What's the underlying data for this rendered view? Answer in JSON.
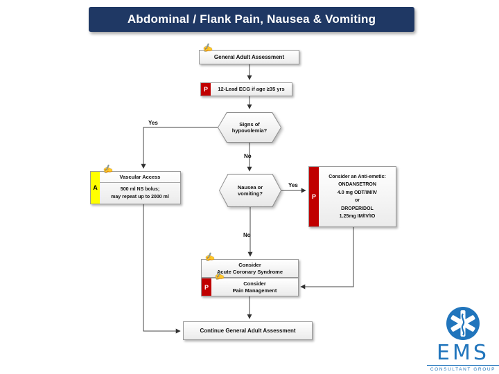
{
  "title": "Abdominal / Flank Pain, Nausea & Vomiting",
  "colors": {
    "header_bg": "#1F3864",
    "badge_red": "#C00000",
    "badge_yellow": "#FFFF00",
    "logo_blue": "#2175BC"
  },
  "flowchart": {
    "assessment": {
      "label": "General Adult Assessment"
    },
    "ecg": {
      "badge": "P",
      "label": "12-Lead ECG if age ≥35 yrs"
    },
    "decision_hypovolemia": {
      "line1": "Signs of",
      "line2": "hypovolemia?"
    },
    "decision_nausea": {
      "line1": "Nausea or",
      "line2": "vomiting?"
    },
    "branch_labels": {
      "hypovolemia_yes": "Yes",
      "hypovolemia_no": "No",
      "nausea_yes": "Yes",
      "nausea_no": "No"
    },
    "vascular": {
      "badge": "A",
      "title": "Vascular Access",
      "line1": "500 ml NS bolus;",
      "line2": "may repeat up to 2000 ml"
    },
    "antiemetic": {
      "badge": "P",
      "lines": [
        "Consider an Anti-emetic:",
        "ONDANSETRON",
        "4.0 mg ODT/IM/IV",
        "or",
        "DROPERIDOL",
        "1.25mg IM/IV/IO"
      ]
    },
    "acs": {
      "line1": "Consider",
      "line2": "Acute Coronary Syndrome"
    },
    "pain": {
      "badge": "P",
      "line1": "Consider",
      "line2": "Pain Management"
    },
    "continue": {
      "label": "Continue General Adult Assessment"
    }
  },
  "logo": {
    "brand": "EMS",
    "subtitle": "CONSULTANT GROUP"
  }
}
